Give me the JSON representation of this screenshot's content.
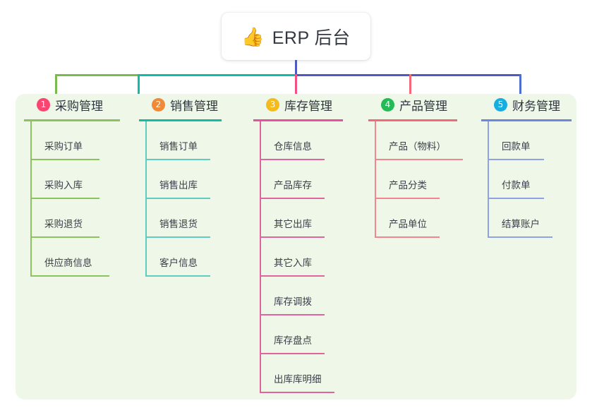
{
  "diagram": {
    "type": "org-chart",
    "background_color": "#ffffff",
    "panel_color": "#eef7e8",
    "root": {
      "icon": "thumbs-up-icon",
      "icon_glyph": "👍",
      "title": "ERP 后台",
      "card_color": "#ffffff",
      "stem_color": "#4e59c4"
    },
    "bus_segments": [
      {
        "name": "bus-green",
        "color": "#7bba4c"
      },
      {
        "name": "bus-teal",
        "color": "#12bca4"
      },
      {
        "name": "bus-indigo",
        "color": "#4e59c4"
      }
    ],
    "columns": [
      {
        "index": "1",
        "badge": "①",
        "badge_number": "1",
        "badge_color": "#f9456f",
        "line_color": "#7bba4c",
        "stub_color": "#7bba4c",
        "title": "采购管理",
        "items": [
          {
            "label": "采购订单"
          },
          {
            "label": "采购入库"
          },
          {
            "label": "采购退货"
          },
          {
            "label": "供应商信息"
          }
        ]
      },
      {
        "index": "2",
        "badge": "②",
        "badge_number": "2",
        "badge_color": "#f08a36",
        "line_color": "#12bca4",
        "stub_color": "#12bca4",
        "title": "销售管理",
        "items": [
          {
            "label": "销售订单"
          },
          {
            "label": "销售出库"
          },
          {
            "label": "销售退货"
          },
          {
            "label": "客户信息"
          }
        ]
      },
      {
        "index": "3",
        "badge": "③",
        "badge_number": "3",
        "badge_color": "#f5bb1d",
        "line_color": "#e8519b",
        "stub_color": "#f0517f",
        "title": "库存管理",
        "items": [
          {
            "label": "仓库信息"
          },
          {
            "label": "产品库存"
          },
          {
            "label": "其它出库"
          },
          {
            "label": "其它入库"
          },
          {
            "label": "库存调拨"
          },
          {
            "label": "库存盘点"
          },
          {
            "label": "出库库明细"
          }
        ]
      },
      {
        "index": "4",
        "badge": "④",
        "badge_number": "4",
        "badge_color": "#22bb55",
        "line_color": "#f4697a",
        "stub_color": "#f4697a",
        "title": "产品管理",
        "items": [
          {
            "label": "产品（物料）"
          },
          {
            "label": "产品分类"
          },
          {
            "label": "产品单位"
          }
        ]
      },
      {
        "index": "5",
        "badge": "⑤",
        "badge_number": "5",
        "badge_color": "#16aee0",
        "line_color": "#6f86dd",
        "stub_color": "#4e6fd0",
        "title": "财务管理",
        "items": [
          {
            "label": "回款单"
          },
          {
            "label": "付款单"
          },
          {
            "label": "结算账户"
          }
        ]
      }
    ]
  }
}
